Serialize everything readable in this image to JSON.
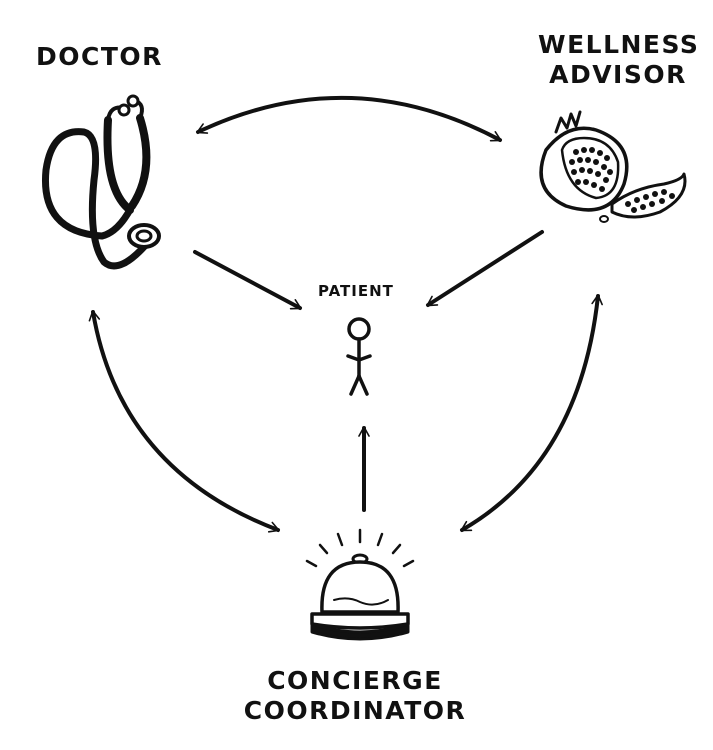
{
  "nodes": {
    "doctor": {
      "label": "DOCTOR",
      "icon": "stethoscope-icon"
    },
    "wellness_advisor": {
      "label_lines": [
        "WELLNESS",
        "ADVISOR"
      ],
      "icon": "pomegranate-icon"
    },
    "patient": {
      "label": "PATIENT",
      "icon": "stick-figure-icon"
    },
    "concierge_coordinator": {
      "label_lines": [
        "CONCIERGE",
        "COORDINATOR"
      ],
      "icon": "service-bell-icon"
    }
  },
  "edges": [
    {
      "from": "doctor",
      "to": "wellness_advisor",
      "direction": "both"
    },
    {
      "from": "doctor",
      "to": "patient",
      "direction": "forward"
    },
    {
      "from": "wellness_advisor",
      "to": "patient",
      "direction": "forward"
    },
    {
      "from": "concierge_coordinator",
      "to": "patient",
      "direction": "forward"
    },
    {
      "from": "doctor",
      "to": "concierge_coordinator",
      "direction": "both"
    },
    {
      "from": "wellness_advisor",
      "to": "concierge_coordinator",
      "direction": "both"
    }
  ],
  "colors": {
    "ink": "#111111",
    "background": "#ffffff",
    "pomegranate_fill": "#ffffff"
  }
}
